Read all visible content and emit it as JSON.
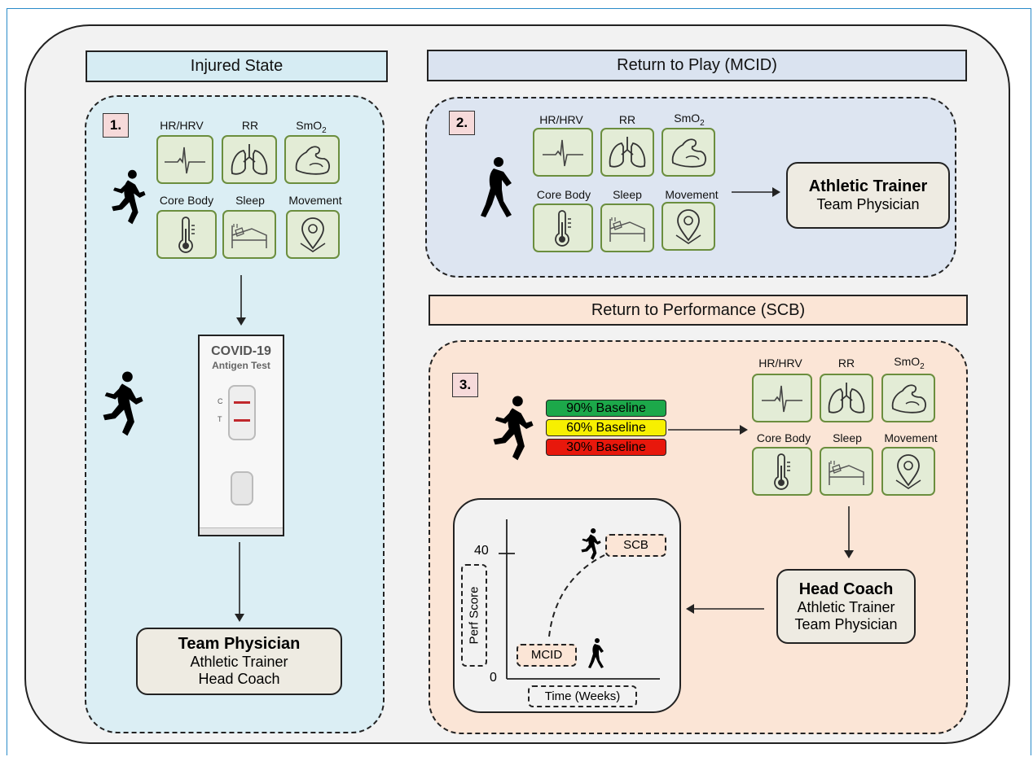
{
  "headers": {
    "injured": "Injured State",
    "rtp": "Return to Play (MCID)",
    "rtperf": "Return to Performance (SCB)"
  },
  "numbers": {
    "one": "1.",
    "two": "2.",
    "three": "3."
  },
  "metrics": {
    "hr": "HR/HRV",
    "rr": "RR",
    "smo2": "SmO",
    "smo2_sub": "2",
    "core": "Core Body",
    "sleep": "Sleep",
    "movement": "Movement"
  },
  "covid_test": {
    "title": "COVID-19",
    "subtitle": "Antigen Test",
    "c": "C",
    "t": "T"
  },
  "roles": {
    "panel1": {
      "main": "Team Physician",
      "sub1": "Athletic Trainer",
      "sub2": "Head Coach"
    },
    "panel2": {
      "main": "Athletic Trainer",
      "sub1": "Team Physician"
    },
    "panel3": {
      "main": "Head Coach",
      "sub1": "Athletic Trainer",
      "sub2": "Team Physician"
    }
  },
  "baselines": [
    {
      "label": "90% Baseline",
      "color": "#1ca84a"
    },
    {
      "label": "60% Baseline",
      "color": "#f7f000"
    },
    {
      "label": "30% Baseline",
      "color": "#e8180c"
    }
  ],
  "mini_chart": {
    "y_tick_top": "40",
    "y_tick_bottom": "0",
    "ylabel": "Perf Score",
    "xlabel": "Time (Weeks)",
    "start_label": "MCID",
    "end_label": "SCB"
  },
  "colors": {
    "panel1_fill": "#dbeef4",
    "panel2_fill": "#dde5f1",
    "panel3_fill": "#fbe5d6",
    "header1_fill": "#d6ecf3",
    "header2_fill": "#dae3f0",
    "header3_fill": "#fbe5d6",
    "icon_border": "#6b8e3e",
    "icon_fill": "#e3ecd6"
  }
}
